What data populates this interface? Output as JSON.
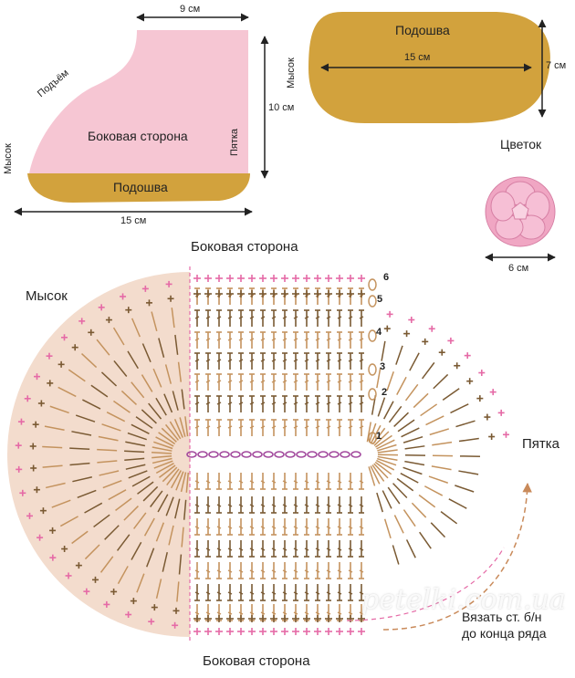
{
  "colors": {
    "pink_fill": "#f6c6d3",
    "sole_fill": "#d2a23d",
    "toe_fill": "#f3dccd",
    "tan_stitch": "#c4935e",
    "brown_stitch": "#7a5a33",
    "pink_stitch": "#e56aa6",
    "chain_purple": "#a34b9e",
    "flower_fill": "#f0a6c3"
  },
  "slipper_side": {
    "top_width": "9 см",
    "height": "10 см",
    "length": "15 см",
    "instep": "Подъём",
    "toe": "Мысок",
    "heel": "Пятка",
    "side": "Боковая сторона",
    "sole": "Подошва"
  },
  "sole_top": {
    "title": "Подошва",
    "length": "15 см",
    "width": "7 см",
    "toe": "Мысок"
  },
  "flower": {
    "title": "Цветок",
    "size": "6 см"
  },
  "scheme": {
    "top_label": "Боковая сторона",
    "bottom_label": "Боковая сторона",
    "toe_label": "Мысок",
    "heel_label": "Пятка",
    "rows": [
      "1",
      "2",
      "3",
      "4",
      "5",
      "6"
    ],
    "instruction_line1": "Вязать ст. б/н",
    "instruction_line2": "до конца ряда"
  },
  "watermark": "petelki.com.ua"
}
